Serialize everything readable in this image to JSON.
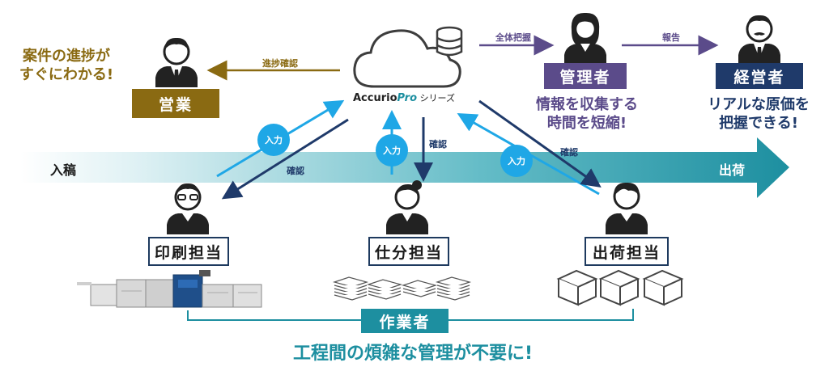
{
  "colors": {
    "gold": "#8a6a12",
    "purple": "#5b4b8a",
    "navy": "#1f3a6a",
    "sky": "#1fa7e6",
    "teal": "#1d8fa0",
    "dark_text": "#1a1a1a"
  },
  "callouts": {
    "progress": [
      "案件の進捗が",
      "すぐにわかる!"
    ],
    "time": [
      "情報を収集する",
      "時間を短縮!"
    ],
    "cost": [
      "リアルな原価を",
      "把握できる!"
    ],
    "bottom": "工程間の煩雑な管理が不要に!"
  },
  "roles": {
    "sales": "営業",
    "manager": "管理者",
    "executive": "経営者",
    "printing": "印刷担当",
    "finishing": "仕分担当",
    "shipping": "出荷担当",
    "workers": "作業者"
  },
  "system": {
    "brand_accurio": "Accurio",
    "brand_pro": "Pro",
    "brand_series": " シリーズ"
  },
  "flow": {
    "start": "入稿",
    "end": "出荷"
  },
  "arrow_labels": {
    "progress_check": "進捗確認",
    "overall": "全体把握",
    "report": "報告",
    "input": "入力",
    "confirm": "確認"
  }
}
